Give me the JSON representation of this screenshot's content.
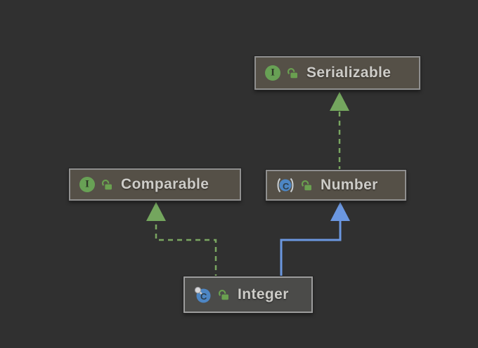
{
  "nodes": {
    "serializable": {
      "label": "Serializable",
      "icon_letter": "I",
      "kind": "interface",
      "visibility": "public"
    },
    "comparable": {
      "label": "Comparable",
      "icon_letter": "I",
      "kind": "interface",
      "visibility": "public"
    },
    "number": {
      "label": "Number",
      "icon_letter": "C",
      "kind": "abstract-class",
      "visibility": "public"
    },
    "integer": {
      "label": "Integer",
      "icon_letter": "C",
      "kind": "final-class",
      "visibility": "public"
    }
  },
  "edges": [
    {
      "from": "Number",
      "to": "Serializable",
      "relation": "implements",
      "line": "dashed",
      "color": "#7aa661"
    },
    {
      "from": "Integer",
      "to": "Comparable",
      "relation": "implements",
      "line": "dashed",
      "color": "#7aa661"
    },
    {
      "from": "Integer",
      "to": "Number",
      "relation": "extends",
      "line": "solid",
      "color": "#6b97e0"
    }
  ],
  "colors": {
    "background": "#303030",
    "node_fill": "#555047",
    "node_fill_selected": "#4b4b49",
    "node_border": "#8f8f8f",
    "label_text": "#cdccc8",
    "interface_icon_green": "#68a155",
    "class_icon_blue": "#4d86c4",
    "lock_green": "#6aa050",
    "implements_edge_green": "#7aa661",
    "extends_edge_blue": "#6b97e0"
  }
}
